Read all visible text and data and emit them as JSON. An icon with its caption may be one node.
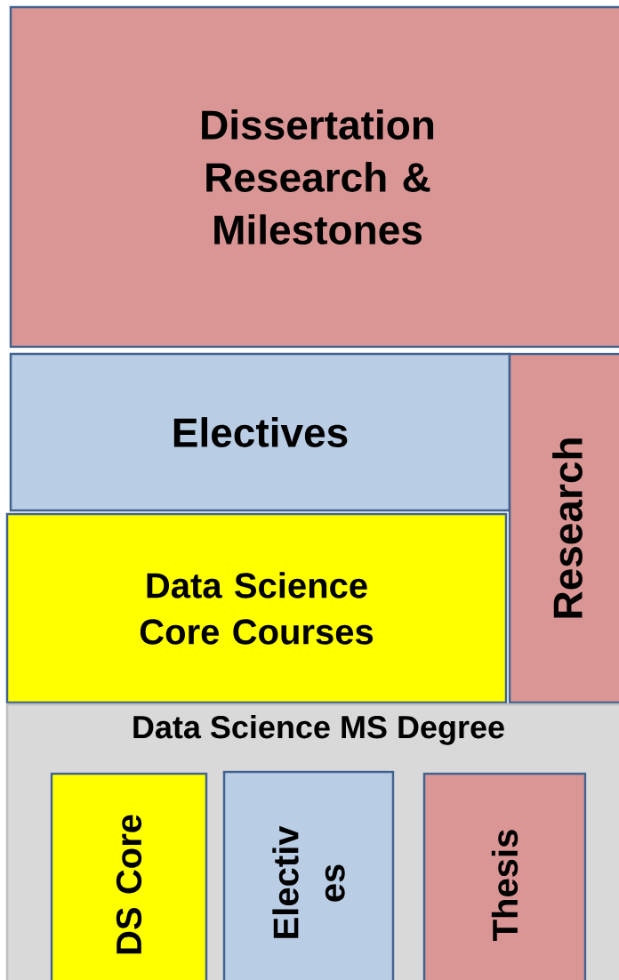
{
  "diagram": {
    "nodes": [
      {
        "text": [
          "Dissertation Research & Milestones"
        ]
      },
      {
        "text": [
          "Electives"
        ]
      },
      {
        "text": [
          "Research"
        ]
      },
      {
        "text": [
          "Data Science Core Courses"
        ]
      },
      {
        "text": [
          "Data Science MS Degree"
        ]
      },
      {
        "text": [
          "DS Core"
        ],
        "in": 4
      },
      {
        "text": [
          "Electiv es"
        ],
        "in": 4
      },
      {
        "text": [
          "Thesis"
        ],
        "in": 4
      }
    ]
  }
}
